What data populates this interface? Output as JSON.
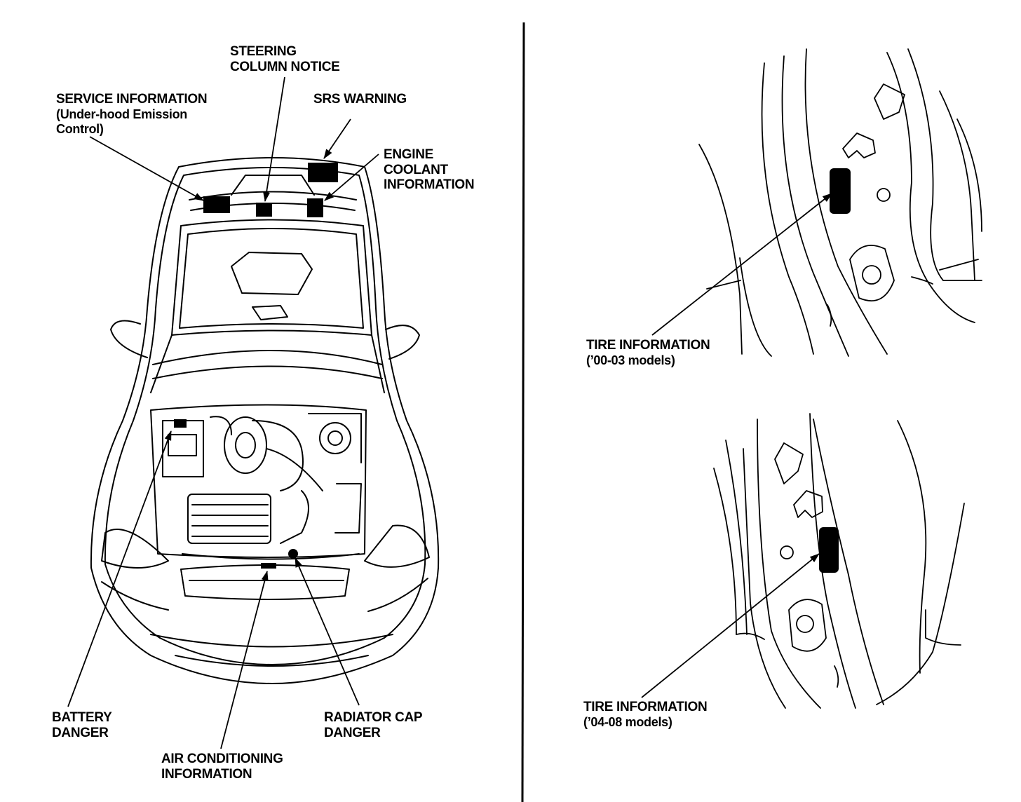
{
  "labels": {
    "steering": [
      "STEERING",
      "COLUMN NOTICE"
    ],
    "service": [
      "SERVICE INFORMATION",
      "(Under-hood Emission",
      "Control)"
    ],
    "srs": [
      "SRS WARNING"
    ],
    "coolant": [
      "ENGINE",
      "COOLANT",
      "INFORMATION"
    ],
    "battery": [
      "BATTERY",
      "DANGER"
    ],
    "ac": [
      "AIR CONDITIONING",
      "INFORMATION"
    ],
    "radiator": [
      "RADIATOR CAP",
      "DANGER"
    ],
    "tire_early": [
      "TIRE INFORMATION",
      "(’00-03 models)"
    ],
    "tire_late": [
      "TIRE INFORMATION",
      "(’04-08 models)"
    ]
  },
  "colors": {
    "ink": "#000000",
    "paper": "#ffffff"
  }
}
